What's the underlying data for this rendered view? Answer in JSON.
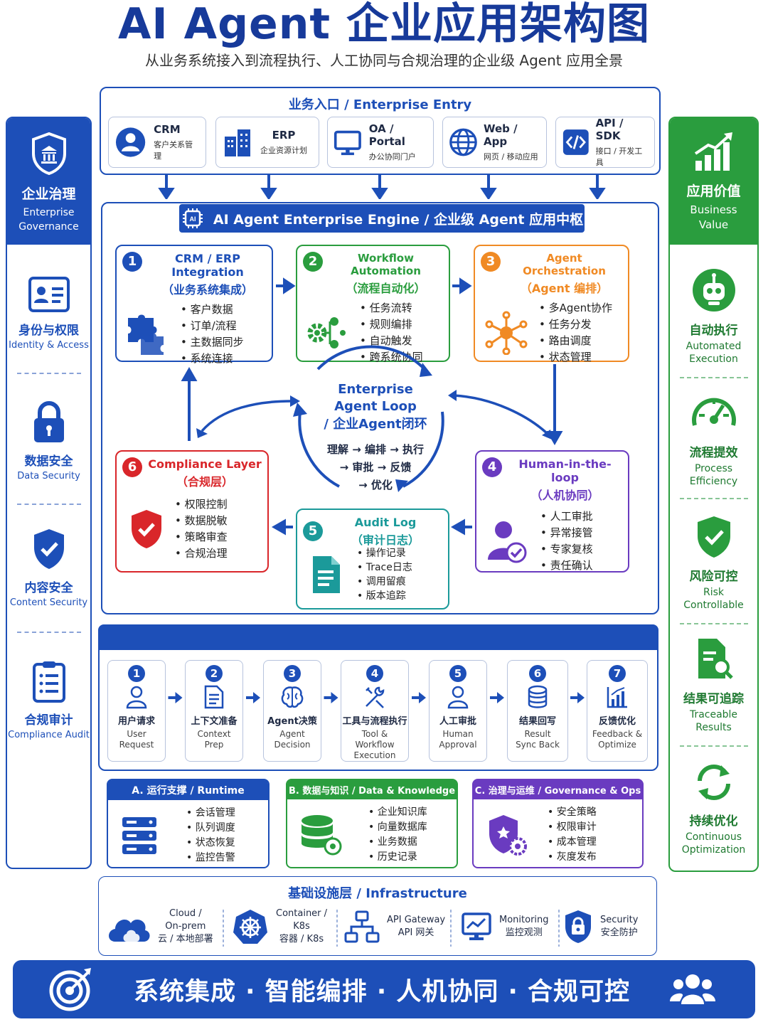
{
  "title": "AI Agent 企业应用架构图",
  "subtitle": "从业务系统接入到流程执行、人工协同与合规治理的企业级 Agent 应用全景",
  "entry": {
    "header": "业务入口 / Enterprise Entry",
    "items": [
      {
        "name": "CRM",
        "desc": "客户关系管理",
        "icon": "user-icon"
      },
      {
        "name": "ERP",
        "desc": "企业资源计划",
        "icon": "building-icon"
      },
      {
        "name": "OA / Portal",
        "desc": "办公协同门户",
        "icon": "monitor-icon"
      },
      {
        "name": "Web / App",
        "desc": "网页 / 移动应用",
        "icon": "globe-icon"
      },
      {
        "name": "API / SDK",
        "desc": "接口 / 开发工具",
        "icon": "code-icon"
      }
    ]
  },
  "left_sidebar": {
    "head_zh": "企业治理",
    "head_en": "Enterprise Governance",
    "items": [
      {
        "zh": "身份与权限",
        "en": "Identity & Access",
        "icon": "id-card-icon"
      },
      {
        "zh": "数据安全",
        "en": "Data Security",
        "icon": "lock-icon"
      },
      {
        "zh": "内容安全",
        "en": "Content Security",
        "icon": "shield-check-icon"
      },
      {
        "zh": "合规审计",
        "en": "Compliance Audit",
        "icon": "clipboard-icon"
      }
    ]
  },
  "right_sidebar": {
    "head_zh": "应用价值",
    "head_en": "Business Value",
    "items": [
      {
        "zh": "自动执行",
        "en": "Automated Execution",
        "icon": "robot-icon"
      },
      {
        "zh": "流程提效",
        "en": "Process Efficiency",
        "icon": "gauge-icon"
      },
      {
        "zh": "风险可控",
        "en": "Risk Controllable",
        "icon": "shield-check-icon"
      },
      {
        "zh": "结果可追踪",
        "en": "Traceable Results",
        "icon": "doc-search-icon"
      },
      {
        "zh": "持续优化",
        "en": "Continuous Optimization",
        "icon": "cycle-icon"
      }
    ]
  },
  "engine": {
    "header": "AI Agent Enterprise Engine / 企业级 Agent 应用中枢",
    "modules": [
      {
        "num": "1",
        "title": "CRM / ERP Integration",
        "sub": "（业务系统集成）",
        "items": [
          "客户数据",
          "订单/流程",
          "主数据同步",
          "系统连接"
        ],
        "color": "#1d4fb8",
        "icon": "puzzle-icon"
      },
      {
        "num": "2",
        "title": "Workflow Automation",
        "sub": "（流程自动化）",
        "items": [
          "任务流转",
          "规则编排",
          "自动触发",
          "跨系统协同"
        ],
        "color": "#2a9d3e",
        "icon": "gears-icon"
      },
      {
        "num": "3",
        "title": "Agent Orchestration",
        "sub": "（Agent 编排）",
        "items": [
          "多Agent协作",
          "任务分发",
          "路由调度",
          "状态管理"
        ],
        "color": "#f08a24",
        "icon": "network-icon"
      },
      {
        "num": "4",
        "title": "Human-in-the-loop",
        "sub": "（人机协同）",
        "items": [
          "人工审批",
          "异常接管",
          "专家复核",
          "责任确认"
        ],
        "color": "#6a3bc0",
        "icon": "user-check-icon"
      },
      {
        "num": "5",
        "title": "Audit Log",
        "sub": "（审计日志）",
        "items": [
          "操作记录",
          "Trace日志",
          "调用留痕",
          "版本追踪"
        ],
        "color": "#1b9a9a",
        "icon": "document-icon"
      },
      {
        "num": "6",
        "title": "Compliance Layer",
        "sub": "（合规层）",
        "items": [
          "权限控制",
          "数据脱敏",
          "策略审查",
          "合规治理"
        ],
        "color": "#d9262a",
        "icon": "shield-check-icon"
      }
    ],
    "loop": {
      "title1": "Enterprise",
      "title2": "Agent Loop",
      "title3": "/ 企业Agent闭环",
      "line1": "理解 → 编排 → 执行",
      "line2": "→ 审批 → 反馈",
      "line3": "→ 优化"
    }
  },
  "steps": [
    {
      "num": "1",
      "zh": "用户请求",
      "en1": "User",
      "en2": "Request",
      "en3": "",
      "icon": "user-icon"
    },
    {
      "num": "2",
      "zh": "上下文准备",
      "en1": "Context",
      "en2": "Prep",
      "en3": "",
      "icon": "document-icon"
    },
    {
      "num": "3",
      "zh": "Agent决策",
      "en1": "Agent",
      "en2": "Decision",
      "en3": "",
      "icon": "brain-icon"
    },
    {
      "num": "4",
      "zh": "工具与流程执行",
      "en1": "Tool &",
      "en2": "Workflow",
      "en3": "Execution",
      "icon": "tools-icon"
    },
    {
      "num": "5",
      "zh": "人工审批",
      "en1": "Human",
      "en2": "Approval",
      "en3": "",
      "icon": "user-icon"
    },
    {
      "num": "6",
      "zh": "结果回写",
      "en1": "Result",
      "en2": "Sync Back",
      "en3": "",
      "icon": "database-icon"
    },
    {
      "num": "7",
      "zh": "反馈优化",
      "en1": "Feedback &",
      "en2": "Optimize",
      "en3": "",
      "icon": "chart-icon"
    }
  ],
  "support": [
    {
      "head": "A. 运行支撑 / Runtime",
      "items": [
        "会话管理",
        "队列调度",
        "状态恢复",
        "监控告警"
      ],
      "color": "#1d4fb8",
      "icon": "server-icon"
    },
    {
      "head": "B. 数据与知识 / Data & Knowledge",
      "items": [
        "企业知识库",
        "向量数据库",
        "业务数据",
        "历史记录"
      ],
      "color": "#2a9d3e",
      "icon": "database-icon"
    },
    {
      "head": "C. 治理与运维 / Governance & Ops",
      "items": [
        "安全策略",
        "权限审计",
        "成本管理",
        "灰度发布"
      ],
      "color": "#6a3bc0",
      "icon": "shield-gear-icon"
    }
  ],
  "infra": {
    "header": "基础设施层 / Infrastructure",
    "items": [
      {
        "l1": "Cloud /",
        "l2": "On-prem",
        "l3": "云 / 本地部署",
        "icon": "cloud-icon"
      },
      {
        "l1": "Container /",
        "l2": "K8s",
        "l3": "容器 / K8s",
        "icon": "helm-icon"
      },
      {
        "l1": "API Gateway",
        "l2": "API 网关",
        "l3": "",
        "icon": "hierarchy-icon"
      },
      {
        "l1": "Monitoring",
        "l2": "监控观测",
        "l3": "",
        "icon": "monitor-chart-icon"
      },
      {
        "l1": "Security",
        "l2": "安全防护",
        "l3": "",
        "icon": "lock-shield-icon"
      }
    ]
  },
  "footer": "系统集成 · 智能编排 · 人机协同 · 合规可控"
}
